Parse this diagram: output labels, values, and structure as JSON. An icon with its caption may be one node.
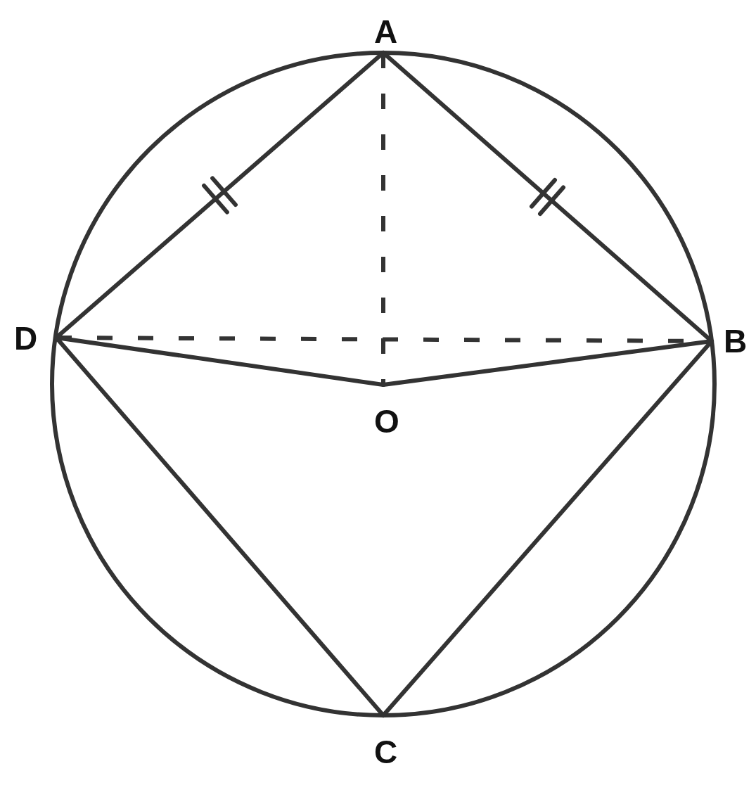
{
  "diagram": {
    "nodes": [
      {
        "text": [
          "A"
        ]
      },
      {
        "text": [
          "B"
        ]
      },
      {
        "text": [
          "C"
        ]
      },
      {
        "text": [
          "D"
        ]
      },
      {
        "text": [
          "O"
        ]
      }
    ],
    "edges": [
      {
        "from": 0,
        "to": 3,
        "arrow": "none"
      },
      {
        "from": 0,
        "to": 1,
        "arrow": "none"
      },
      {
        "from": 0,
        "to": 4,
        "arrow": "none",
        "style": "dashed"
      },
      {
        "from": 3,
        "to": 1,
        "arrow": "none",
        "style": "dashed"
      },
      {
        "from": 3,
        "to": 4,
        "arrow": "none"
      },
      {
        "from": 4,
        "to": 1,
        "arrow": "none"
      },
      {
        "from": 3,
        "to": 2,
        "arrow": "none"
      },
      {
        "from": 1,
        "to": 2,
        "arrow": "none"
      }
    ]
  }
}
